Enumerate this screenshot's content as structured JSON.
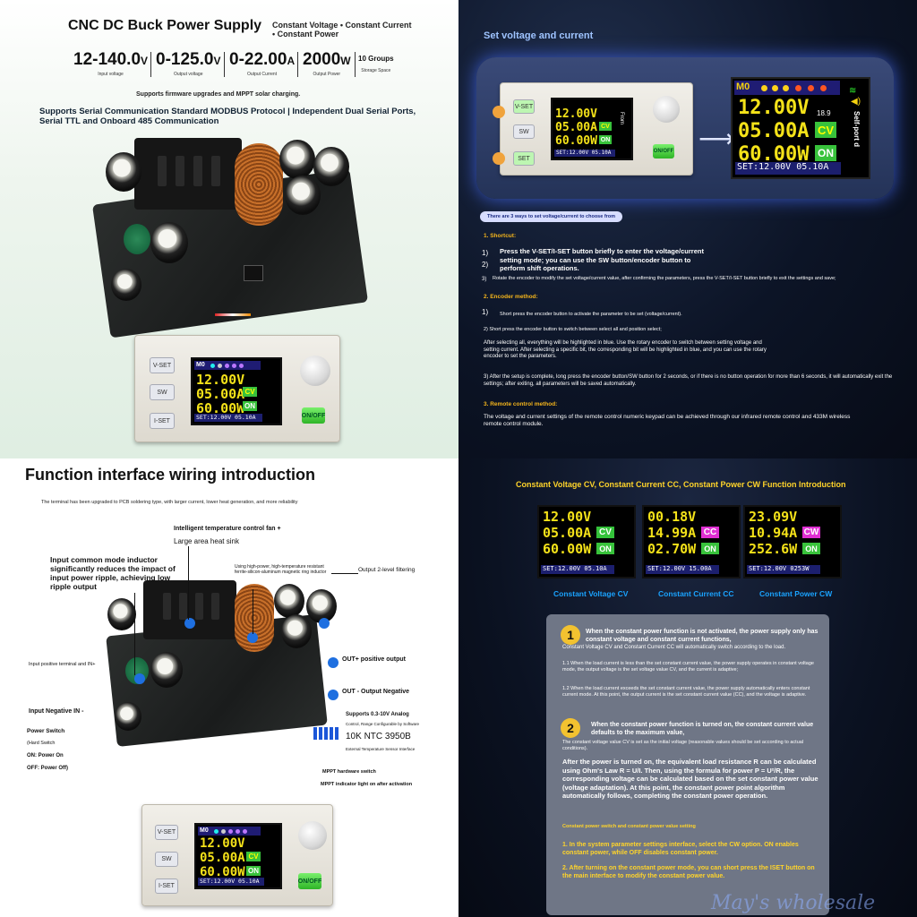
{
  "q1": {
    "title": "CNC DC Buck Power Supply",
    "modes": "Constant Voltage  •  Constant Current  •  Constant Power",
    "specs": [
      {
        "value": "12-140.0",
        "unit": "V",
        "label": "Input voltage"
      },
      {
        "value": "0-125.0",
        "unit": "V",
        "label": "Output voltage"
      },
      {
        "value": "0-22.00",
        "unit": "A",
        "label": "Output Current"
      },
      {
        "value": "2000",
        "unit": "W",
        "label": "Output Power"
      },
      {
        "value": "10 Groups",
        "unit": "",
        "label": "Storage Space"
      }
    ],
    "firmware": "Supports firmware upgrades and MPPT solar charging.",
    "serial": "Supports Serial Communication Standard MODBUS Protocol | Independent Dual Serial Ports, Serial TTL and Onboard 485 Communication"
  },
  "device": {
    "vset": "V-SET",
    "sw": "SW",
    "iset": "I-SET",
    "set": "SET",
    "onoff": "ON/OFF",
    "m0": "M0",
    "voltage": "12.00V",
    "current": "05.00A",
    "power": "60.00W",
    "cv": "CV",
    "on": "ON",
    "temp": "18.9",
    "setline": "SET:12.00V 05.10A",
    "self": "Self-port d",
    "from": "From"
  },
  "q2": {
    "title": "Set voltage and current",
    "pill": "There are 3 ways to set voltage/current to choose from",
    "s1": "1. Shortcut:",
    "s1a": "Press the V-SET/I-SET button briefly to enter the voltage/current setting mode; you can use the SW button/encoder button to perform shift operations.",
    "s1b": "Rotate the encoder to modify the set voltage/current value, after confirming the parameters, press the V-SET/I-SET button briefly to exit the settings and save;",
    "s2": "2. Encoder method:",
    "s2a": "Short press the encoder button to activate the parameter to be set (voltage/current).",
    "s2b": "2) Short press the encoder button to switch between select all and position select;",
    "s2c": "After selecting all, everything will be highlighted in blue. Use the rotary encoder to switch between setting voltage and setting current. After selecting a specific bit, the corresponding bit will be highlighted in blue, and you can use the rotary encoder to set the parameters.",
    "s2d": "3) After the setup is complete, long press the encoder button/SW button for 2 seconds, or if there is no button operation for more than 6 seconds, it will automatically exit the settings; after exiting, all parameters will be saved automatically.",
    "s3": "3. Remote control method:",
    "s3a": "The voltage and current settings of the remote control numeric keypad can be achieved through our infrared remote control and 433M wireless remote control module."
  },
  "q3": {
    "title": "Function interface wiring introduction",
    "sub": "The terminal has been upgraded to PCB soldering type, with larger current, lower heat generation, and more reliability",
    "fan": "Intelligent temperature control fan +",
    "sink": "Large area heat sink",
    "inductor_in": "Input common mode inductor significantly reduces the impact of input power ripple, achieving low ripple output",
    "ferrite": "Using high-power, high-temperature resistant ferrite-silicon-aluminum magnetic ring inductor",
    "filter": "Output 2-level filtering",
    "in_pos": "Input positive terminal and IN+",
    "out_pos": "OUT+ positive output",
    "out_neg": "OUT - Output Negative",
    "in_neg": "Input Negative IN -",
    "analog": "Supports 0.3-10V Analog",
    "analog2": "Control, Range Configurable by Software",
    "ntc": "10K NTC 3950B",
    "ntc2": "External Temperature Sensor Interface",
    "switch": "Power Switch",
    "switch2": "(Hard Switch",
    "switch3": "ON: Power On",
    "switch4": "OFF: Power Off)",
    "mppt": "MPPT hardware switch",
    "mppt2": "MPPT indicator light on after activation"
  },
  "q4": {
    "title": "Constant Voltage CV, Constant Current CC, Constant Power CW Function Introduction",
    "screens": [
      {
        "v": "12.00V",
        "a": "05.00A",
        "w": "60.00W",
        "mode": "CV",
        "set": "SET:12.00V 05.10A",
        "cap": "Constant Voltage CV",
        "color": "#34c23a"
      },
      {
        "v": "00.18V",
        "a": "14.99A",
        "w": "02.70W",
        "mode": "CC",
        "set": "SET:12.00V 15.00A",
        "cap": "Constant Current CC",
        "color": "#e02fd3"
      },
      {
        "v": "23.09V",
        "a": "10.94A",
        "w": "252.6W",
        "mode": "CW",
        "set": "SET:12.00V 0253W",
        "cap": "Constant Power CW",
        "color": "#e02fd3"
      }
    ],
    "n1": "1",
    "n2": "2",
    "p1": "When the constant power function is not activated, the power supply only has constant voltage and constant current functions,",
    "p1b": "Constant Voltage CV and Constant Current CC will automatically switch according to the load.",
    "p1c": "1.1 When the load current is less than the set constant current value, the power supply operates in constant voltage mode, the output voltage is the set voltage value CV, and the current is adaptive;",
    "p1d": "1.2 When the load current exceeds the set constant current value, the power supply automatically enters constant current mode. At this point, the output current is the set constant current value (CC), and the voltage is adaptive.",
    "p2": "When the constant power function is turned on, the constant current value defaults to the maximum value,",
    "p2b": "The constant voltage value CV is set as the initial voltage (reasonable values should be set according to actual conditions).",
    "p2c": "After the power is turned on, the equivalent load resistance R can be calculated using Ohm's Law R = U/I. Then, using the formula for power P = U²/R, the corresponding voltage can be calculated based on the set constant power value (voltage adaptation). At this point, the constant power point algorithm automatically follows, completing the constant power operation.",
    "p3": "Constant power switch and constant power value setting",
    "p3a": "1. In the system parameter settings interface, select the CW option. ON enables constant power, while OFF disables constant power.",
    "p3b": "2. After turning on the constant power mode, you can short press the ISET button on the main interface to modify the constant power value.",
    "watermark": "May's wholesale"
  }
}
